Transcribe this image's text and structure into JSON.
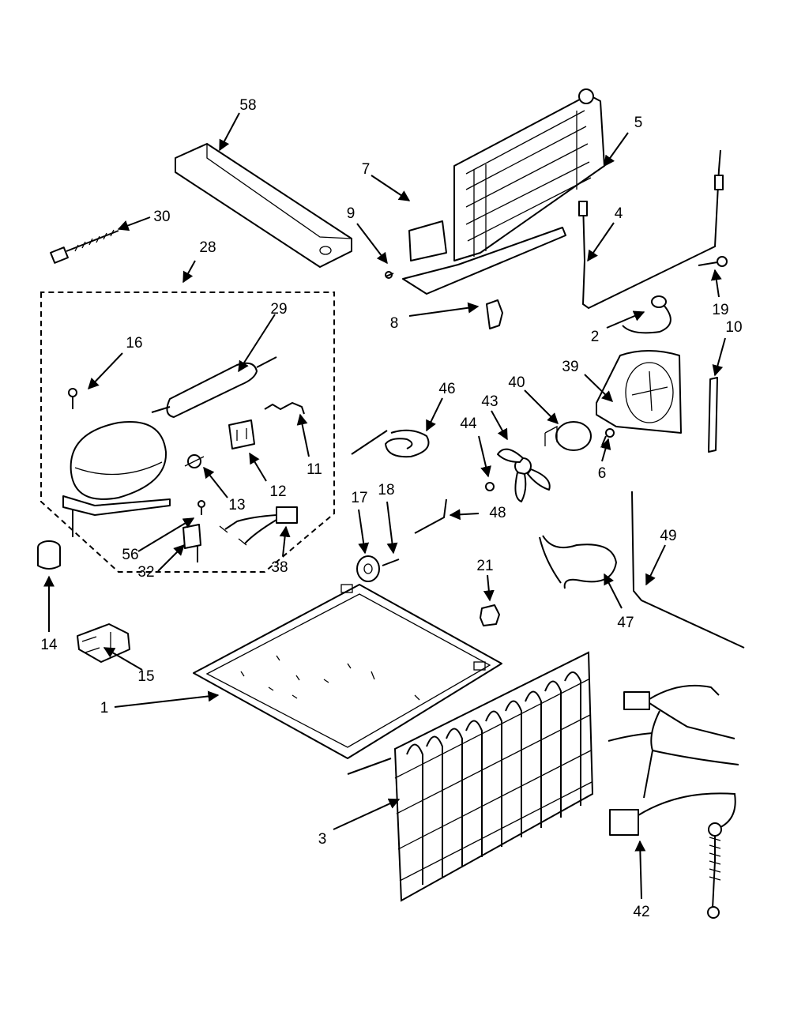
{
  "callouts": [
    "58",
    "30",
    "28",
    "29",
    "16",
    "11",
    "12",
    "13",
    "56",
    "32",
    "38",
    "14",
    "15",
    "1",
    "7",
    "9",
    "5",
    "4",
    "8",
    "19",
    "2",
    "10",
    "39",
    "40",
    "43",
    "44",
    "46",
    "6",
    "48",
    "17",
    "18",
    "21",
    "47",
    "49",
    "3",
    "42"
  ]
}
